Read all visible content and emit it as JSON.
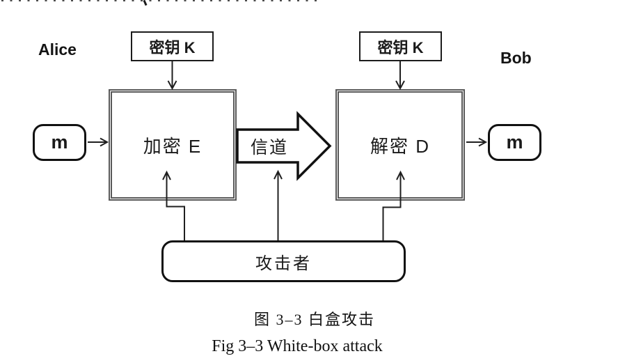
{
  "diagram": {
    "actors": {
      "left": "Alice",
      "right": "Bob"
    },
    "key_left_label": "密钥 K",
    "key_right_label": "密钥 K",
    "message_left_label": "m",
    "message_right_label": "m",
    "encrypt_label": "加密 E",
    "decrypt_label": "解密 D",
    "channel_label": "信道",
    "attacker_label": "攻击者"
  },
  "caption": {
    "zh": "图 3–3 白盒攻击",
    "en": "Fig 3–3 White-box attack"
  },
  "colors": {
    "line": "#1f1f1f",
    "double_border": "#595959",
    "background": "#ffffff"
  }
}
